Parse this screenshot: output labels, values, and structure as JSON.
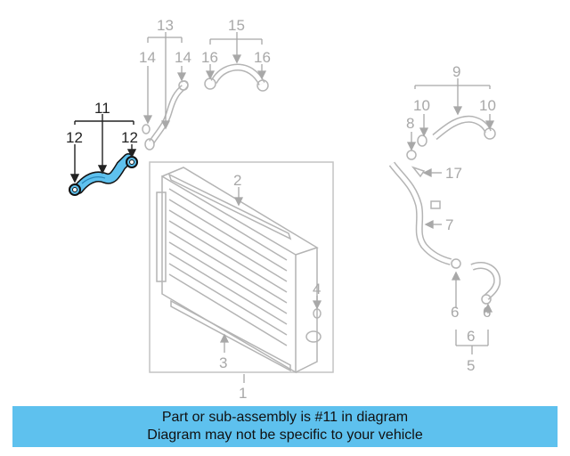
{
  "callouts": {
    "c1": "1",
    "c2": "2",
    "c3": "3",
    "c4": "4",
    "c5": "5",
    "c6a": "6",
    "c6b": "6",
    "c6c": "6",
    "c7": "7",
    "c8": "8",
    "c9": "9",
    "c10a": "10",
    "c10b": "10",
    "c11": "11",
    "c12a": "12",
    "c12b": "12",
    "c13": "13",
    "c14a": "14",
    "c14b": "14",
    "c15": "15",
    "c16a": "16",
    "c16b": "16",
    "c17": "17"
  },
  "highlight_color": "#5ec1ee",
  "banner": {
    "line1": "Part or sub-assembly is #11 in diagram",
    "line2": "Diagram may not be specific to your vehicle"
  }
}
